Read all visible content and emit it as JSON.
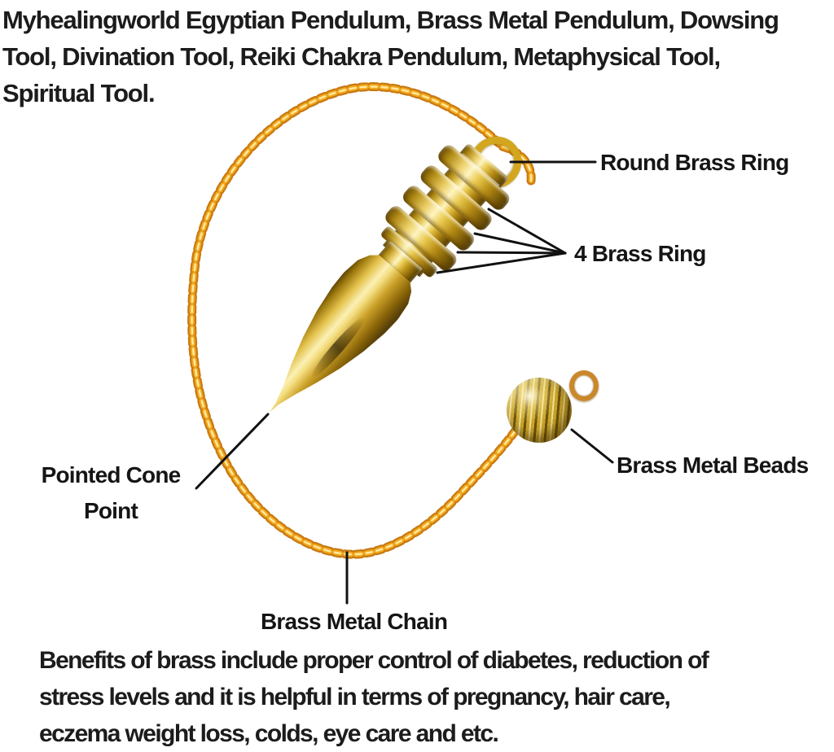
{
  "title_block": {
    "lines": [
      "Myhealingworld Egyptian Pendulum, Brass Metal Pendulum, Dowsing",
      "Tool, Divination Tool, Reiki Chakra Pendulum, Metaphysical Tool,",
      "Spiritual Tool."
    ]
  },
  "benefits_block": {
    "lines": [
      "Benefits of brass include proper control of diabetes, reduction of",
      "stress levels and it is helpful in terms of pregnancy, hair care,",
      "eczema weight loss, colds, eye care and etc."
    ]
  },
  "callouts": {
    "round_brass_ring": {
      "label": "Round Brass Ring"
    },
    "four_brass_ring": {
      "label": "4 Brass Ring"
    },
    "brass_metal_beads": {
      "label": "Brass Metal Beads"
    },
    "pointed_cone_point": {
      "label": "Pointed Cone Point"
    },
    "brass_metal_chain": {
      "label": "Brass Metal Chain"
    }
  },
  "colors": {
    "background": "#ffffff",
    "text": "#1c1c1c",
    "callout_line": "#111111",
    "chain_dark": "#c87912",
    "chain_mid": "#f2a81d",
    "chain_light": "#ffe9a0",
    "gold_light": "#fdf4c0",
    "gold_mid": "#d4a92c",
    "gold_dark": "#6b4e05"
  }
}
